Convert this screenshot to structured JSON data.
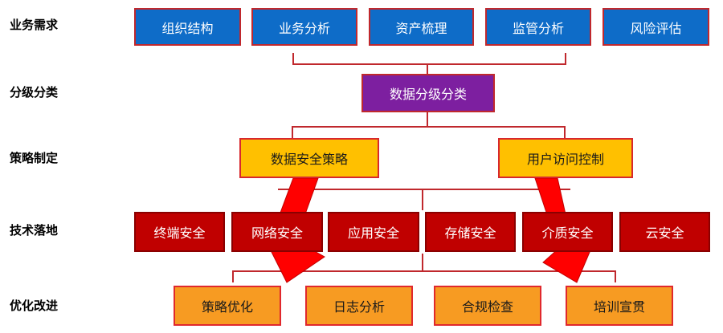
{
  "rows": {
    "requirements": "业务需求",
    "classification": "分级分类",
    "strategy": "策略制定",
    "implementation": "技术落地",
    "improvement": "优化改进"
  },
  "requirements": [
    "组织结构",
    "业务分析",
    "资产梳理",
    "监管分析",
    "风险评估"
  ],
  "classification": "数据分级分类",
  "strategy": [
    "数据安全策略",
    "用户访问控制"
  ],
  "implementation": [
    "终端安全",
    "网络安全",
    "应用安全",
    "存储安全",
    "介质安全",
    "云安全"
  ],
  "improvement": [
    "策略优化",
    "日志分析",
    "合规检查",
    "培训宣贯"
  ],
  "colors": {
    "requirements": "#0e6cc8",
    "classification": "#7d1fa0",
    "strategy": "#ffc000",
    "implementation": "#c00000",
    "improvement": "#f79b22",
    "connector": "#c0282d",
    "arrow": "#ff0000"
  }
}
